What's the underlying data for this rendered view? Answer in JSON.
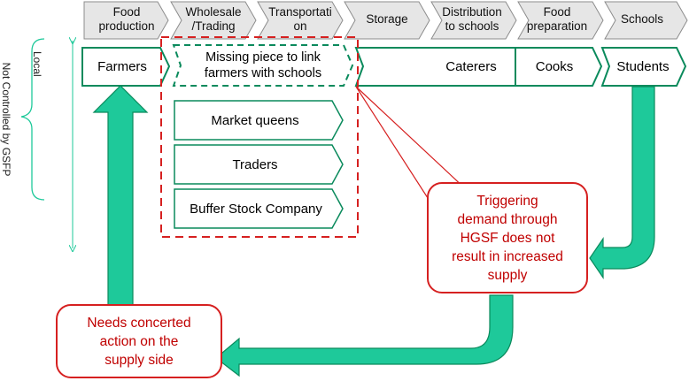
{
  "stages": [
    "Food\nproduction",
    "Wholesale\n/Trading",
    "Transportati\non",
    "Storage",
    "Distribution\nto schools",
    "Food\npreparation",
    "Schools"
  ],
  "axis": {
    "vertical_label": "Not Controlled by GSFP",
    "local_label": "Local"
  },
  "actors": {
    "farmers": "Farmers",
    "missing_piece": "Missing piece to link\nfarmers with schools",
    "caterers": "Caterers",
    "cooks": "Cooks",
    "students": "Students",
    "market_queens": "Market queens",
    "traders": "Traders",
    "buffer_stock": "Buffer Stock Company"
  },
  "callouts": {
    "demand": "Triggering\ndemand  through\nHGSF does not\nresult in increased\nsupply",
    "supply": "Needs concerted\naction on the\nsupply side"
  },
  "colors": {
    "green_arrow": "#1ec99a",
    "green_outline": "#0a8a5c",
    "red": "#d62020",
    "stage_fill": "#e6e6e6",
    "stage_border": "#8c8c8c"
  }
}
